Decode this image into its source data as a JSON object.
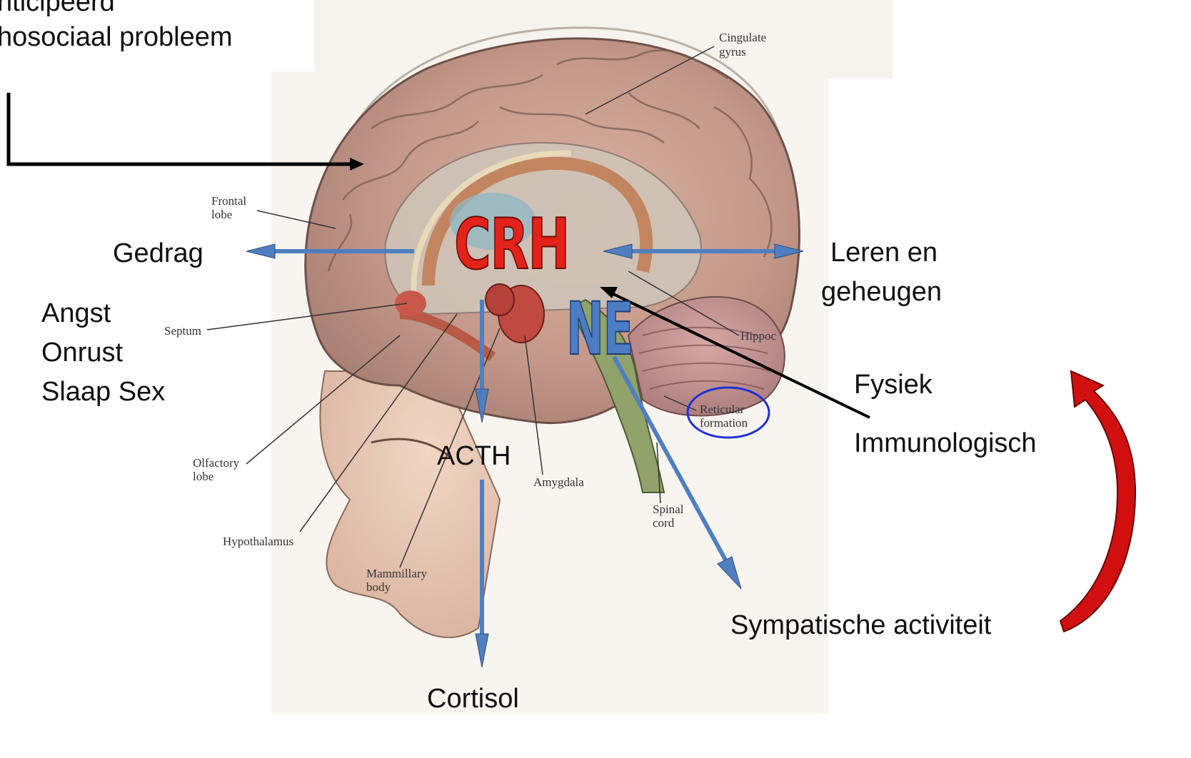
{
  "header": {
    "line1": "nticipeerd",
    "line2": "hosociaal probleem"
  },
  "hormones": {
    "crh": "CRH",
    "ne": "NE"
  },
  "outcomes": {
    "gedrag": "Gedrag",
    "angst": "Angst",
    "onrust": "Onrust",
    "slaap_sex": "Slaap Sex",
    "leren_line1": "Leren en",
    "leren_line2": "geheugen",
    "fysiek": "Fysiek",
    "immunologisch": "Immunologisch",
    "acth": "ACTH",
    "cortisol": "Cortisol",
    "sympatische": "Sympatische activiteit"
  },
  "anatomy_labels": {
    "cingulate_1": "Cingulate",
    "cingulate_2": "gyrus",
    "frontal_1": "Frontal",
    "frontal_2": "lobe",
    "septum": "Septum",
    "hippoc": "Hippoc",
    "reticular_1": "Reticular",
    "reticular_2": "formation",
    "olfactory_1": "Olfactory",
    "olfactory_2": "lobe",
    "amygdala": "Amygdala",
    "spinal_1": "Spinal",
    "spinal_2": "cord",
    "hypothalamus": "Hypothalamus",
    "mammillary_1": "Mammillary",
    "mammillary_2": "body"
  },
  "colors": {
    "arrow_blue": "#4f7fc0",
    "crh_red": "#e32219",
    "ne_blue": "#4b7cc4",
    "feedback_red": "#d10f0f",
    "circle_blue": "#1f2fd6"
  }
}
